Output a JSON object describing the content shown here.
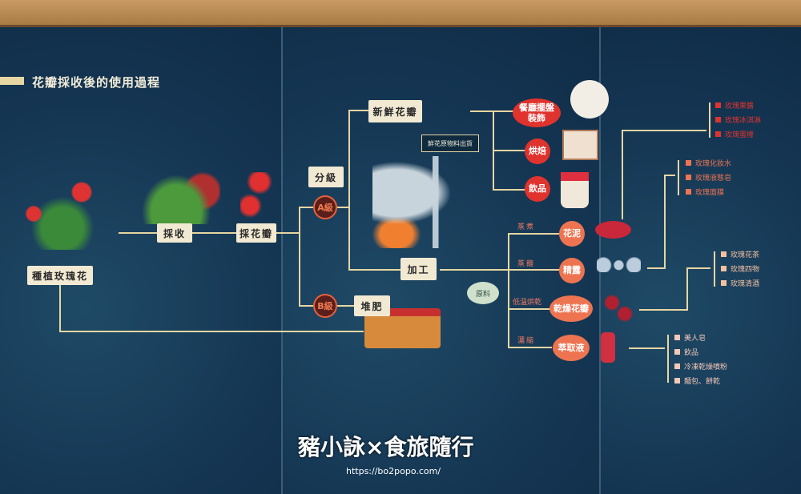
{
  "title": "花瓣採收後的使用過程",
  "nodes": {
    "plant": "種植玫瑰花",
    "harvest": "採收",
    "pick": "採花瓣",
    "grade": "分級",
    "a": "A級",
    "b": "B級",
    "fresh": "新鮮花瓣",
    "process": "加工",
    "compost": "堆肥",
    "ship": "鮮花原物料出貨",
    "raw": "原料"
  },
  "fresh_uses": [
    "餐廳擺盤裝飾",
    "烘焙",
    "飲品"
  ],
  "process_steps": [
    {
      "method": "蒸煮",
      "product": "花泥"
    },
    {
      "method": "蒸餾",
      "product": "精露"
    },
    {
      "method": "低溫烘乾",
      "product": "乾燥花瓣"
    },
    {
      "method": "濃縮",
      "product": "萃取液"
    }
  ],
  "lists": {
    "paste": [
      "玫瑰果醬",
      "玫瑰冰淇淋",
      "玫瑰蛋捲"
    ],
    "hydrosol": [
      "玫瑰化妝水",
      "玫瑰液態皂",
      "玫瑰面膜"
    ],
    "dried": [
      "玫瑰花茶",
      "玫瑰四物",
      "玫瑰清酒"
    ],
    "extract": [
      "美人皂",
      "飲品",
      "冷凍乾燥噴粉",
      "麵包、餅乾"
    ]
  },
  "watermark": {
    "text": "豬小詠×食旅隨行",
    "url": "https://bo2popo.com/"
  },
  "colors": {
    "board": "#143552",
    "line": "#e6d6a3",
    "red": "#e0332e",
    "orange": "#ee7451"
  }
}
